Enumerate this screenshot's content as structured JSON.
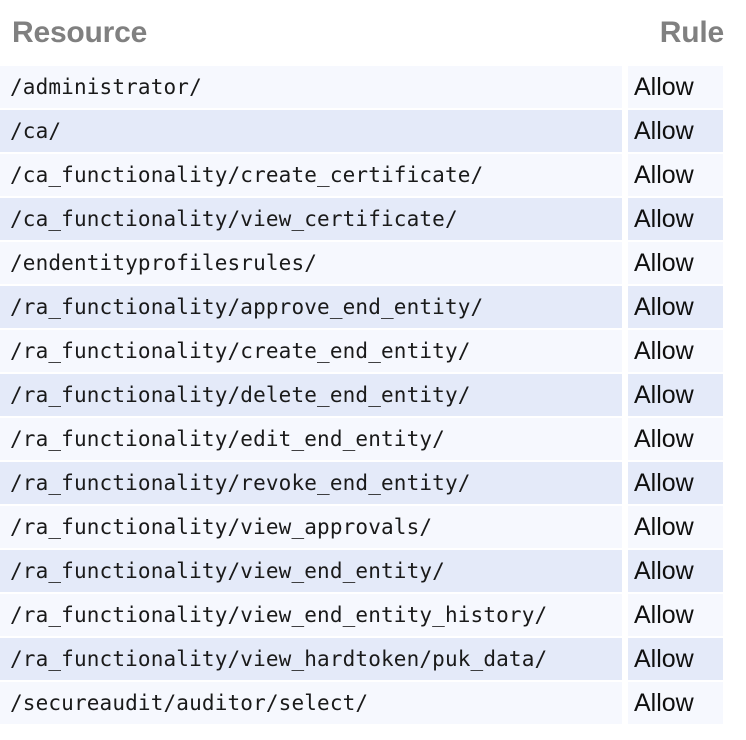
{
  "table": {
    "columns": [
      {
        "key": "resource",
        "label": "Resource",
        "align": "left"
      },
      {
        "key": "rule",
        "label": "Rule",
        "align": "right"
      }
    ],
    "header": {
      "resource_label": "Resource",
      "rule_label": "Rule",
      "color": "#808080"
    },
    "row_colors": {
      "odd": "#f6f8fe",
      "even": "#e4eaf9"
    },
    "rows": [
      {
        "resource": "/administrator/",
        "rule": "Allow"
      },
      {
        "resource": "/ca/",
        "rule": "Allow"
      },
      {
        "resource": "/ca_functionality/create_certificate/",
        "rule": "Allow"
      },
      {
        "resource": "/ca_functionality/view_certificate/",
        "rule": "Allow"
      },
      {
        "resource": "/endentityprofilesrules/",
        "rule": "Allow"
      },
      {
        "resource": "/ra_functionality/approve_end_entity/",
        "rule": "Allow"
      },
      {
        "resource": "/ra_functionality/create_end_entity/",
        "rule": "Allow"
      },
      {
        "resource": "/ra_functionality/delete_end_entity/",
        "rule": "Allow"
      },
      {
        "resource": "/ra_functionality/edit_end_entity/",
        "rule": "Allow"
      },
      {
        "resource": "/ra_functionality/revoke_end_entity/",
        "rule": "Allow"
      },
      {
        "resource": "/ra_functionality/view_approvals/",
        "rule": "Allow"
      },
      {
        "resource": "/ra_functionality/view_end_entity/",
        "rule": "Allow"
      },
      {
        "resource": "/ra_functionality/view_end_entity_history/",
        "rule": "Allow"
      },
      {
        "resource": "/ra_functionality/view_hardtoken/puk_data/",
        "rule": "Allow"
      },
      {
        "resource": "/secureaudit/auditor/select/",
        "rule": "Allow"
      }
    ]
  }
}
